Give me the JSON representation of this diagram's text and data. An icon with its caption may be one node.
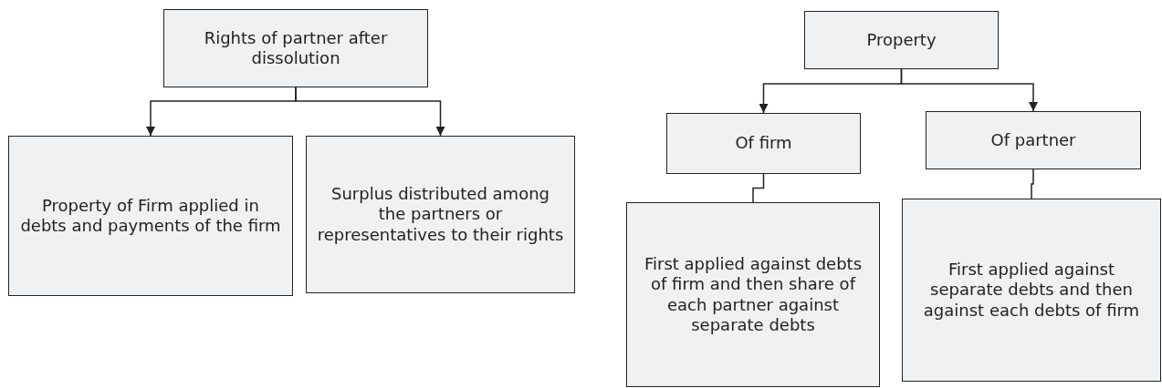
{
  "diagram": {
    "nodes": [
      {
        "text": [
          "Rights of partner after dissolution"
        ]
      },
      {
        "text": [
          "Property of Firm applied in debts and payments of the firm"
        ]
      },
      {
        "text": [
          "Surplus distributed among the partners or representatives to their rights"
        ]
      },
      {
        "text": [
          "Property"
        ]
      },
      {
        "text": [
          "Of firm"
        ]
      },
      {
        "text": [
          "Of partner"
        ]
      },
      {
        "text": [
          "First applied against debts of firm and then share of each partner against separate debts"
        ]
      },
      {
        "text": [
          "First applied against separate debts and then against each debts of firm"
        ]
      }
    ],
    "edges": [
      {
        "from": 0,
        "to": 1,
        "arrow": "to"
      },
      {
        "from": 0,
        "to": 2,
        "arrow": "to"
      },
      {
        "from": 3,
        "to": 4,
        "arrow": "to"
      },
      {
        "from": 3,
        "to": 5,
        "arrow": "to"
      },
      {
        "from": 4,
        "to": 6,
        "arrow": "none"
      },
      {
        "from": 5,
        "to": 7,
        "arrow": "none"
      }
    ]
  }
}
